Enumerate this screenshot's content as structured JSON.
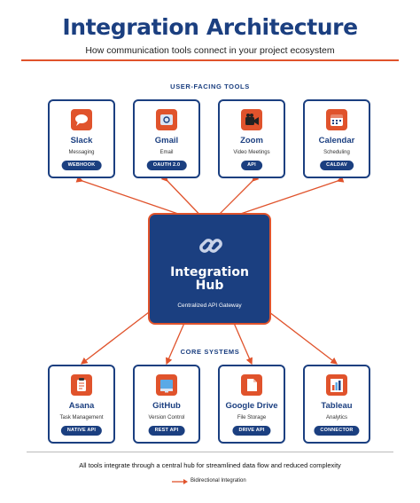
{
  "header": {
    "title": "Integration Architecture",
    "subtitle": "How communication tools connect in your project ecosystem"
  },
  "sections": {
    "top_label": "USER-FACING TOOLS",
    "bottom_label": "CORE SYSTEMS"
  },
  "top_tools": [
    {
      "name": "Slack",
      "description": "Messaging",
      "badge": "WEBHOOK",
      "icon": "chat-bubble-icon"
    },
    {
      "name": "Gmail",
      "description": "Email",
      "badge": "OAUTH 2.0",
      "icon": "mail-icon"
    },
    {
      "name": "Zoom",
      "description": "Video Meetings",
      "badge": "API",
      "icon": "video-camera-icon"
    },
    {
      "name": "Calendar",
      "description": "Scheduling",
      "badge": "CALDAV",
      "icon": "calendar-icon"
    }
  ],
  "hub": {
    "title_line1": "Integration",
    "title_line2": "Hub",
    "subtitle": "Centralized API Gateway",
    "icon": "link-icon"
  },
  "core_systems": [
    {
      "name": "Asana",
      "description": "Task Management",
      "badge": "NATIVE API",
      "icon": "clipboard-icon"
    },
    {
      "name": "GitHub",
      "description": "Version Control",
      "badge": "REST API",
      "icon": "monitor-icon"
    },
    {
      "name": "Google Drive",
      "description": "File Storage",
      "badge": "DRIVE API",
      "icon": "document-icon"
    },
    {
      "name": "Tableau",
      "description": "Analytics",
      "badge": "CONNECTOR",
      "icon": "bar-chart-icon"
    }
  ],
  "footer": {
    "note": "All tools integrate through a central hub for streamlined data flow and reduced complexity",
    "legend_label": "Bidirectional Integration"
  },
  "colors": {
    "primary": "#1b3f80",
    "accent": "#e0532c"
  }
}
